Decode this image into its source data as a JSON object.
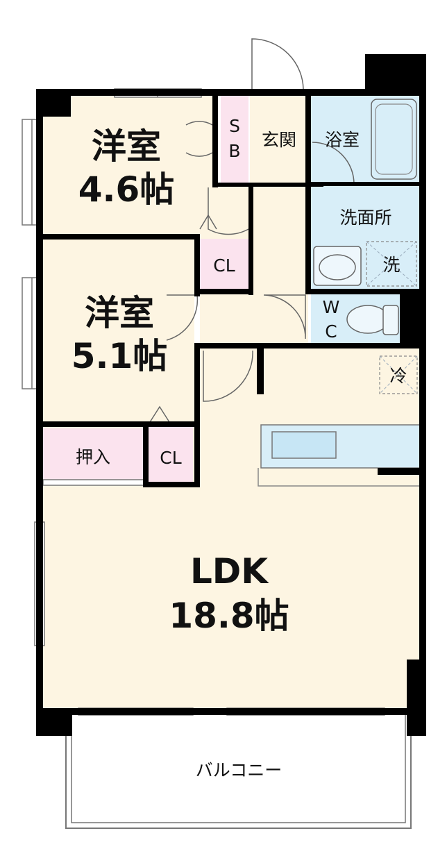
{
  "rooms": {
    "western_room_1": {
      "name": "洋室",
      "size": "4.6帖"
    },
    "western_room_2": {
      "name": "洋室",
      "size": "5.1帖"
    },
    "ldk": {
      "name": "LDK",
      "size": "18.8帖"
    },
    "shoe_box": {
      "line1": "S",
      "line2": "B"
    },
    "entrance": {
      "name": "玄関"
    },
    "bathroom": {
      "name": "浴室"
    },
    "washroom": {
      "name": "洗面所"
    },
    "washer": {
      "name": "洗"
    },
    "toilet": {
      "line1": "W",
      "line2": "C"
    },
    "closet_1": {
      "name": "CL"
    },
    "closet_2": {
      "name": "CL"
    },
    "oshiire": {
      "name": "押入"
    },
    "fridge": {
      "name": "冷"
    },
    "balcony": {
      "name": "バルコニー"
    }
  },
  "colors": {
    "living_fill": "#fdf5e2",
    "wet_area_fill": "#d8eef8",
    "storage_fill": "#fbe3ee",
    "wall": "#000000"
  }
}
